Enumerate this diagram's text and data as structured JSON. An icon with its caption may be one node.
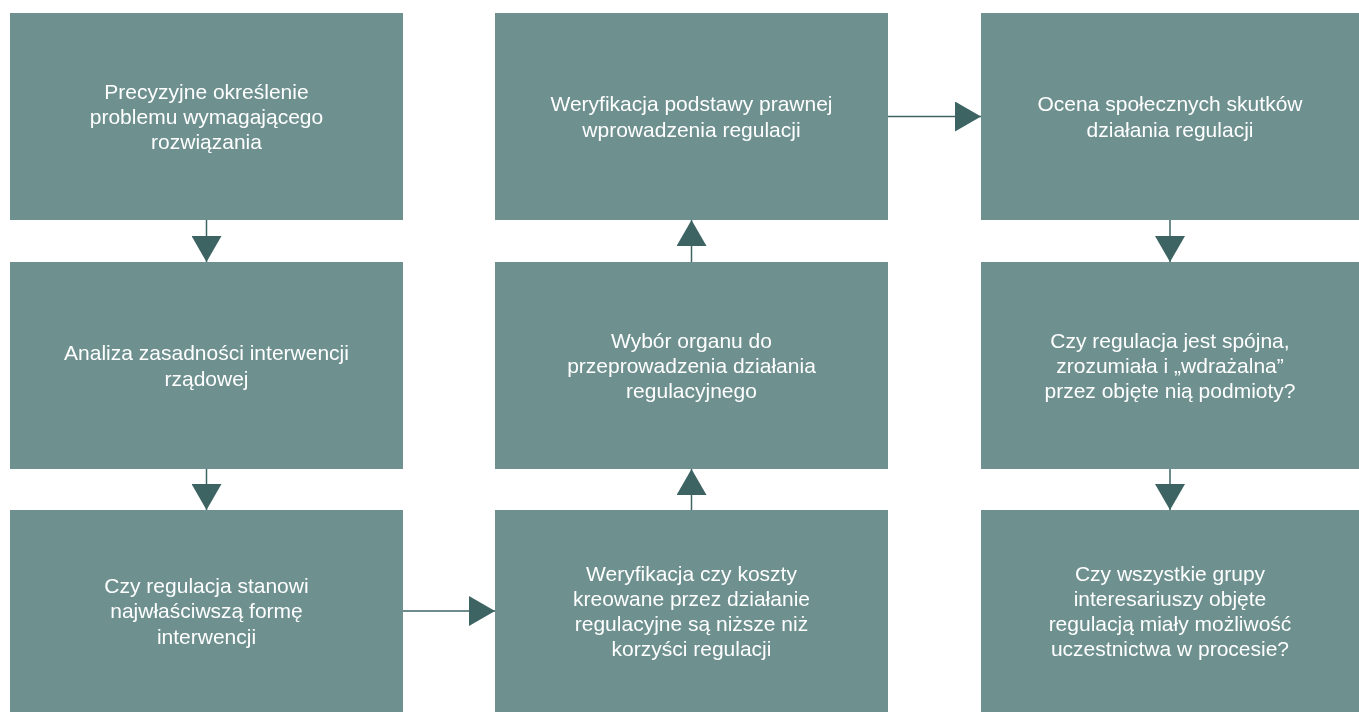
{
  "diagram": {
    "nodes": [
      {
        "text": [
          "Precyzyjne określenie problemu wymagającego rozwiązania"
        ]
      },
      {
        "text": [
          "Weryfikacja podstawy prawnej wprowadzenia regulacji"
        ]
      },
      {
        "text": [
          "Ocena społecznych skutków działania regulacji"
        ]
      },
      {
        "text": [
          "Analiza zasadności interwencji rządowej"
        ]
      },
      {
        "text": [
          "Wybór organu do przeprowadzenia działania regulacyjnego"
        ]
      },
      {
        "text": [
          "Czy regulacja jest spójna, zrozumiała i „wdrażalna” przez objęte nią podmioty?"
        ]
      },
      {
        "text": [
          "Czy regulacja stanowi najwłaściwszą formę interwencji"
        ]
      },
      {
        "text": [
          "Weryfikacja czy koszty kreowane przez działanie regulacyjne są niższe niż korzyści regulacji"
        ]
      },
      {
        "text": [
          "Czy wszystkie grupy interesariuszy objęte regulacją miały możliwość uczestnictwa w procesie?"
        ]
      }
    ],
    "edges": [
      {
        "from": 0,
        "to": 3,
        "arrow": "to"
      },
      {
        "from": 3,
        "to": 6,
        "arrow": "to"
      },
      {
        "from": 6,
        "to": 7,
        "arrow": "to"
      },
      {
        "from": 7,
        "to": 4,
        "arrow": "to"
      },
      {
        "from": 4,
        "to": 1,
        "arrow": "to"
      },
      {
        "from": 1,
        "to": 2,
        "arrow": "to"
      },
      {
        "from": 2,
        "to": 5,
        "arrow": "to"
      },
      {
        "from": 5,
        "to": 8,
        "arrow": "to"
      }
    ]
  }
}
